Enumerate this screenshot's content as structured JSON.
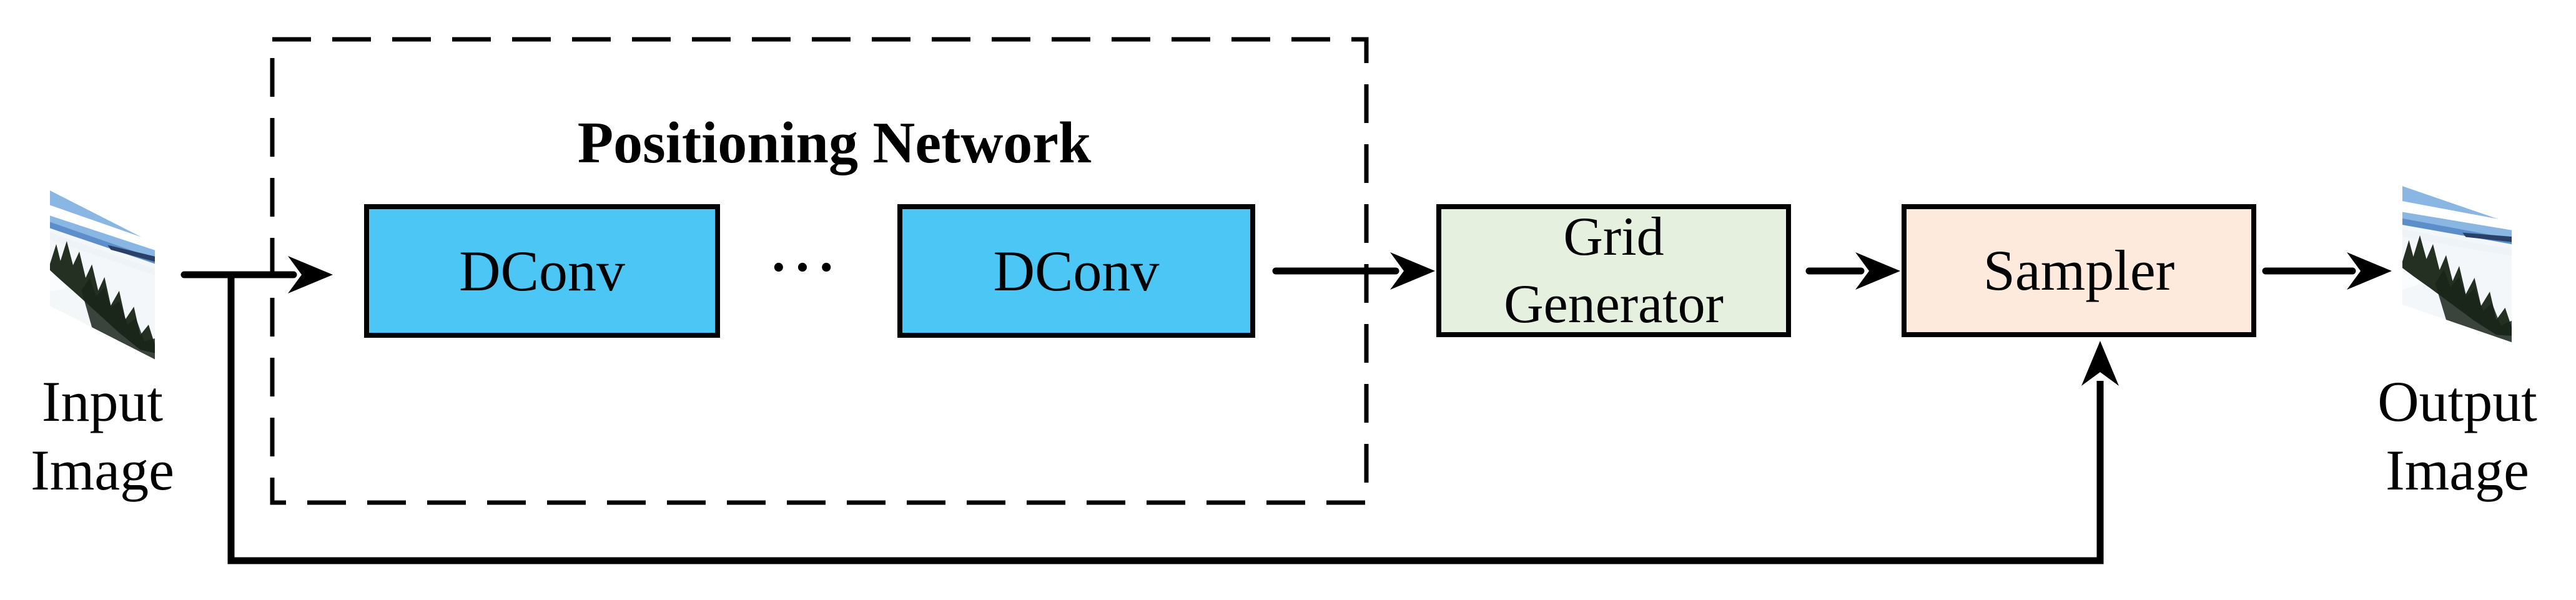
{
  "diagram": {
    "title": "Positioning Network",
    "ellipsis": "•••",
    "boxes": {
      "dconv1": "DConv",
      "dconv2": "DConv",
      "grid_generator": [
        "Grid",
        "Generator"
      ],
      "sampler": "Sampler"
    },
    "input_label": [
      "Input",
      "Image"
    ],
    "output_label": [
      "Output",
      "Image"
    ]
  },
  "colors": {
    "dconv_fill": "#4BC6F5",
    "grid_generator_fill": "#E6F0DE",
    "sampler_fill": "#FDEADC",
    "line": "#000000"
  }
}
